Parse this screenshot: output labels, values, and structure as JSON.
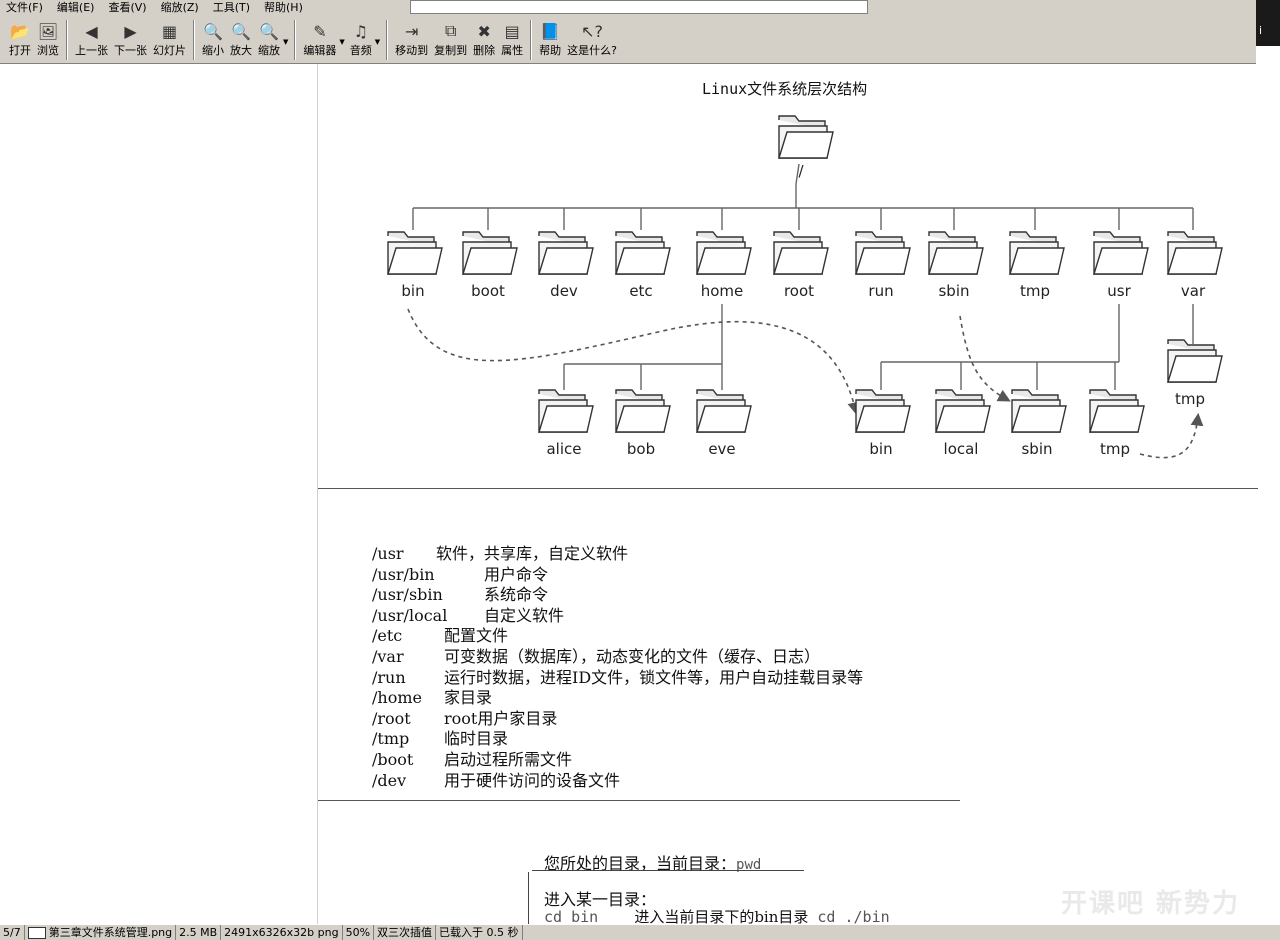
{
  "menu": [
    "文件(F)",
    "编辑(E)",
    "查看(V)",
    "缩放(Z)",
    "工具(T)",
    "帮助(H)"
  ],
  "toolbar": [
    {
      "label": "打开",
      "icon": "open-folder-icon",
      "glyph": "📂"
    },
    {
      "label": "浏览",
      "icon": "browse-icon",
      "glyph": "🖼"
    },
    {
      "sep": true
    },
    {
      "label": "上一张",
      "icon": "previous-icon",
      "glyph": "◀"
    },
    {
      "label": "下一张",
      "icon": "next-icon",
      "glyph": "▶"
    },
    {
      "label": "幻灯片",
      "icon": "slideshow-icon",
      "glyph": "▦"
    },
    {
      "sep": true
    },
    {
      "label": "缩小",
      "icon": "zoom-out-icon",
      "glyph": "🔍"
    },
    {
      "label": "放大",
      "icon": "zoom-in-icon",
      "glyph": "🔍"
    },
    {
      "label": "缩放",
      "icon": "zoom-icon",
      "glyph": "🔍",
      "drop": true
    },
    {
      "sep": true
    },
    {
      "label": "编辑器",
      "icon": "editor-icon",
      "glyph": "✎",
      "drop": true
    },
    {
      "label": "音频",
      "icon": "audio-icon",
      "glyph": "♫",
      "drop": true
    },
    {
      "sep": true
    },
    {
      "label": "移动到",
      "icon": "move-to-icon",
      "glyph": "⇥"
    },
    {
      "label": "复制到",
      "icon": "copy-to-icon",
      "glyph": "⧉"
    },
    {
      "label": "删除",
      "icon": "delete-icon",
      "glyph": "✖"
    },
    {
      "label": "属性",
      "icon": "properties-icon",
      "glyph": "▤"
    },
    {
      "sep": true
    },
    {
      "label": "帮助",
      "icon": "help-book-icon",
      "glyph": "📘"
    },
    {
      "label": "这是什么?",
      "icon": "whats-this-icon",
      "glyph": "↖?"
    }
  ],
  "corner_text": "i",
  "diagram": {
    "title": "Linux文件系统层次结构",
    "root_label": "/",
    "top_dirs": [
      "bin",
      "boot",
      "dev",
      "etc",
      "home",
      "root",
      "run",
      "sbin",
      "tmp",
      "usr",
      "var"
    ],
    "home_children": [
      "alice",
      "bob",
      "eve"
    ],
    "usr_children": [
      "bin",
      "local",
      "sbin",
      "tmp"
    ],
    "var_children": [
      "tmp"
    ]
  },
  "dir_list": [
    {
      "path": "/usr",
      "desc": "软件，共享库，自定义软件"
    },
    {
      "path": "/usr/bin",
      "desc": "用户命令"
    },
    {
      "path": "/usr/sbin",
      "desc": "系统命令"
    },
    {
      "path": "/usr/local",
      "desc": "自定义软件"
    },
    {
      "path": "/etc",
      "desc": "配置文件"
    },
    {
      "path": "/var",
      "desc": "可变数据（数据库），动态变化的文件（缓存、日志）"
    },
    {
      "path": "/run",
      "desc": "运行时数据，进程ID文件，锁文件等，用户自动挂载目录等"
    },
    {
      "path": "/home",
      "desc": "家目录"
    },
    {
      "path": "/root",
      "desc": "root用户家目录"
    },
    {
      "path": "/tmp",
      "desc": "临时目录"
    },
    {
      "path": "/boot",
      "desc": "启动过程所需文件"
    },
    {
      "path": "/dev",
      "desc": "用于硬件访问的设备文件"
    }
  ],
  "notes": {
    "pwd_text": "您所处的目录，当前目录：",
    "pwd_cmd": "pwd",
    "enter_text": "进入某一目录：",
    "cd_cmd": "cd  bin",
    "cd_desc": "进入当前目录下的bin目录",
    "cd_cmd2": "cd ./bin"
  },
  "watermark": "开课吧 新势力",
  "status": {
    "index": "5/7",
    "filename": "第三章文件系统管理.png",
    "size": "2.5 MB",
    "dims": "2491x6326x32b png",
    "zoom": "50%",
    "interp": "双三次插值",
    "load": "已载入于 0.5 秒"
  }
}
